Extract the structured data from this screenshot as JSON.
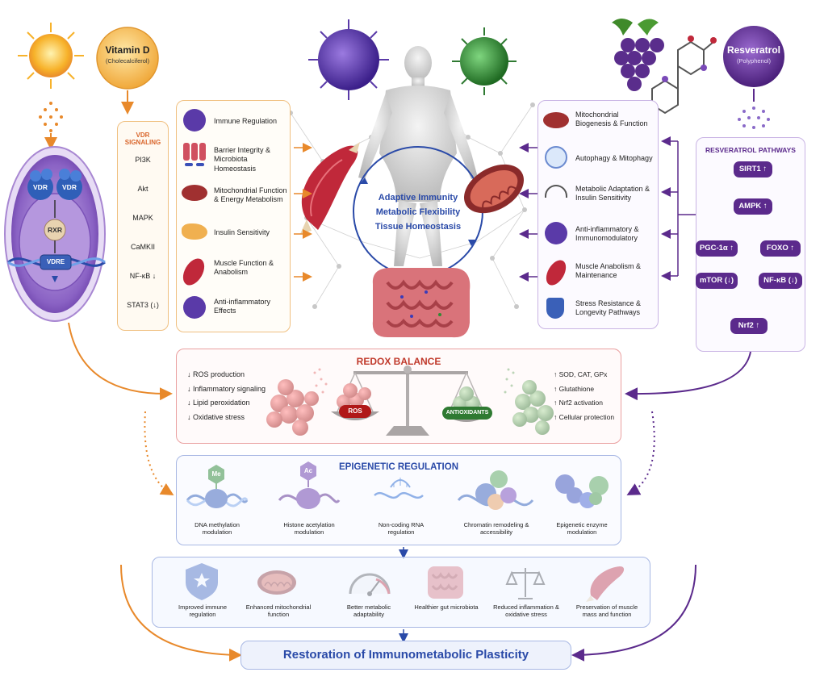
{
  "vitamin_d": {
    "title": "Vitamin D",
    "subtitle": "(Cholecalciferol)"
  },
  "resveratrol": {
    "title": "Resveratrol",
    "subtitle": "(Polyphenol)"
  },
  "cell": {
    "vdr1": "VDR",
    "vdr2": "VDR",
    "rxr": "RXR",
    "vdre": "VDRE"
  },
  "vdr_signaling": {
    "title": "VDR SIGNALING",
    "steps": [
      "PI3K",
      "Akt",
      "MAPK",
      "CaMKII",
      "NF-κB ↓",
      "STAT3 (↓)"
    ]
  },
  "vitd_effects": [
    "Immune Regulation",
    "Barrier Integrity & Microbiota Homeostasis",
    "Mitochondrial Function & Energy Metabolism",
    "Insulin Sensitivity",
    "Muscle Function & Anabolism",
    "Anti-inflammatory Effects"
  ],
  "center": {
    "line1": "Adaptive Immunity",
    "line2": "Metabolic Flexibility",
    "line3": "Tissue Homeostasis"
  },
  "res_effects": [
    "Mitochondrial Biogenesis & Function",
    "Autophagy & Mitophagy",
    "Metabolic Adaptation & Insulin Sensitivity",
    "Anti-inflammatory & Immunomodulatory",
    "Muscle Anabolism & Maintenance",
    "Stress Resistance & Longevity Pathways"
  ],
  "res_pathways": {
    "title": "RESVERATROL PATHWAYS",
    "sirt1": "SIRT1 ↑",
    "ampk": "AMPK ↑",
    "pgc": "PGC-1α ↑",
    "foxo": "FOXO ↑",
    "mtor": "mTOR (↓)",
    "nfkb": "NF-κB (↓)",
    "nrf2": "Nrf2 ↑"
  },
  "redox": {
    "title": "REDOX BALANCE",
    "left": [
      "↓ ROS production",
      "↓ Inflammatory signaling",
      "↓ Lipid peroxidation",
      "↓ Oxidative stress"
    ],
    "right": [
      "↑ SOD, CAT, GPx",
      "↑ Glutathione",
      "↑ Nrf2 activation",
      "↑ Cellular protection"
    ],
    "ros": "ROS",
    "antiox": "ANTIOXIDANTS"
  },
  "epigenetic": {
    "title": "EPIGENETIC REGULATION",
    "me": "Me",
    "ac": "Ac",
    "items": [
      "DNA methylation modulation",
      "Histone acetylation modulation",
      "Non-coding RNA regulation",
      "Chromatin remodeling & accessibility",
      "Epigenetic enzyme modulation"
    ]
  },
  "outcomes": [
    "Improved immune regulation",
    "Enhanced mitochondrial function",
    "Better metabolic adaptability",
    "Healthier gut microbiota",
    "Reduced inflammation & oxidative stress",
    "Preservation of muscle mass and function"
  ],
  "final": "Restoration of Immunometabolic Plasticity",
  "colors": {
    "orange": "#e8892b",
    "purple": "#5b2a8c",
    "blue": "#2a4aa8",
    "red": "#c0392b",
    "green": "#3a8a3a"
  }
}
